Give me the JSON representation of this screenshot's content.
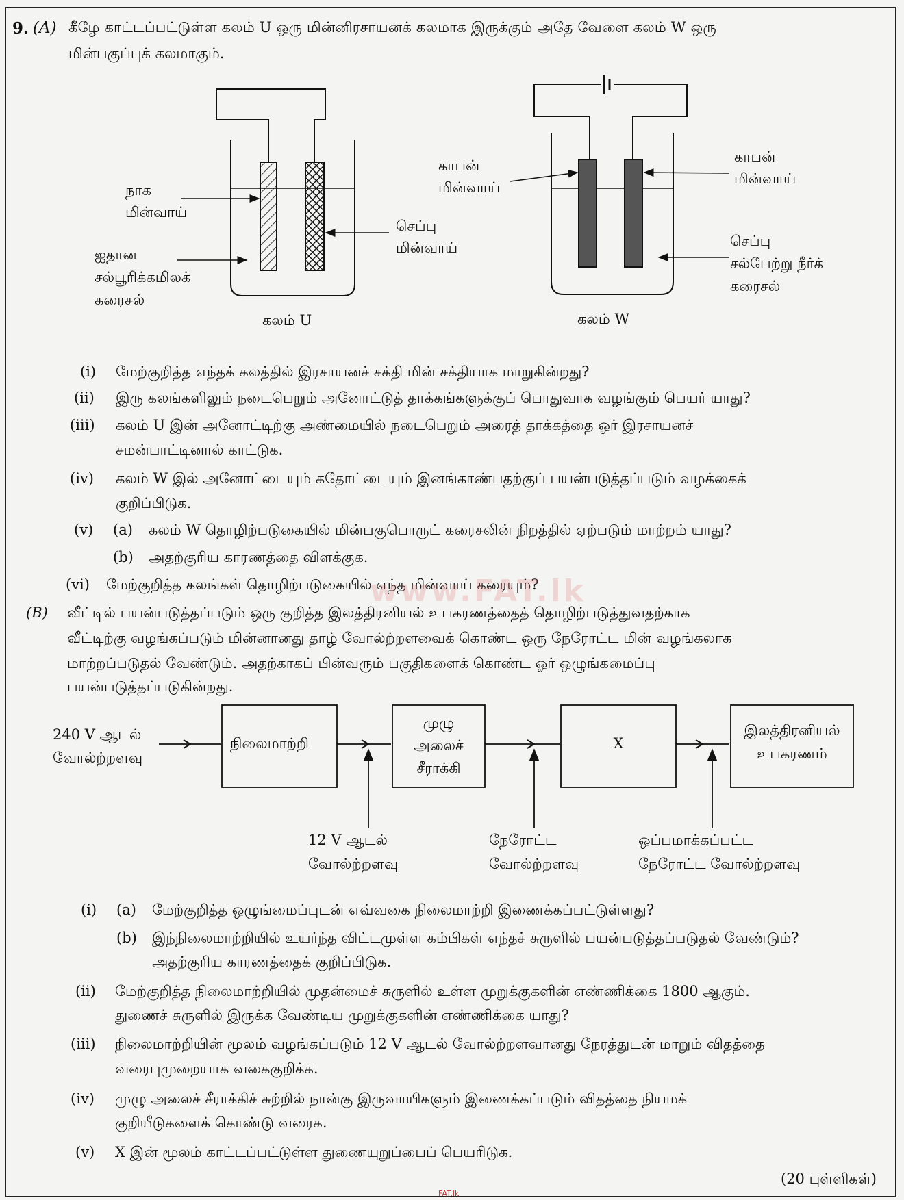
{
  "question": {
    "number": "9.",
    "partA": {
      "label": "(A)",
      "intro_line1": "கீழே காட்டப்பட்டுள்ள கலம் U ஒரு மின்னிரசாயனக் கலமாக இருக்கும் அதே வேளை கலம் W ஒரு",
      "intro_line2": "மின்பகுப்புக் கலமாகும்.",
      "cellU": {
        "caption": "கலம் U",
        "zinc_electrode": [
          "நாக",
          "மின்வாய்"
        ],
        "acid": [
          "ஐதான",
          "சல்பூரிக்கமிலக்",
          "கரைசல்"
        ],
        "copper_electrode": [
          "செப்பு",
          "மின்வாய்"
        ]
      },
      "cellW": {
        "caption": "கலம் W",
        "carbon_left": [
          "காபன்",
          "மின்வாய்"
        ],
        "carbon_right": [
          "காபன்",
          "மின்வாய்"
        ],
        "solution": [
          "செப்பு",
          "சல்பேற்று நீர்க்",
          "கரைசல்"
        ]
      },
      "items": [
        {
          "num": "(i)",
          "lines": [
            "மேற்குறித்த எந்தக் கலத்தில் இரசாயனச் சக்தி மின் சக்தியாக மாறுகின்றது?"
          ]
        },
        {
          "num": "(ii)",
          "lines": [
            "இரு கலங்களிலும் நடைபெறும் அனோட்டுத் தாக்கங்களுக்குப் பொதுவாக வழங்கும் பெயர் யாது?"
          ]
        },
        {
          "num": "(iii)",
          "lines": [
            "கலம் U இன் அனோட்டிற்கு அண்மையில் நடைபெறும் அரைத் தாக்கத்தை ஓர் இரசாயனச்",
            "சமன்பாட்டினால் காட்டுக."
          ]
        },
        {
          "num": "(iv)",
          "lines": [
            "கலம் W இல் அனோட்டையும் கதோட்டையும் இனங்காண்பதற்குப் பயன்படுத்தப்படும் வழக்கைக்",
            "குறிப்பிடுக."
          ]
        },
        {
          "num": "(v)",
          "sub": "(a)",
          "lines": [
            "கலம் W தொழிற்படுகையில் மின்பகுபொருட் கரைசலின் நிறத்தில் ஏற்படும் மாற்றம் யாது?"
          ]
        },
        {
          "num": "",
          "sub": "(b)",
          "lines": [
            "அதற்குரிய காரணத்தை விளக்குக."
          ]
        },
        {
          "num": "(vi)",
          "lines": [
            "மேற்குறித்த கலங்கள் தொழிற்படுகையில் எந்த மின்வாய் கரையும்?"
          ]
        }
      ]
    },
    "partB": {
      "label": "(B)",
      "intro": [
        "வீட்டில் பயன்படுத்தப்படும் ஒரு குறித்த இலத்திரனியல் உபகரணத்தைத் தொழிற்படுத்துவதற்காக",
        "வீட்டிற்கு வழங்கப்படும் மின்னானது தாழ் வோல்ற்றளவைக் கொண்ட ஒரு நேரோட்ட மின் வழங்கலாக",
        "மாற்றப்படுதல் வேண்டும். அதற்காகப் பின்வரும் பகுதிகளைக் கொண்ட ஓர் ஒழுங்கமைப்பு",
        "பயன்படுத்தப்படுகின்றது."
      ],
      "diagram": {
        "input": [
          "240 V ஆடல்",
          "வோல்ற்றளவு"
        ],
        "blocks": [
          [
            "நிலைமாற்றி"
          ],
          [
            "முழு",
            "அலைச்",
            "சீராக்கி"
          ],
          [
            "X"
          ],
          [
            "இலத்திரனியல்",
            "உபகரணம்"
          ]
        ],
        "annotations": [
          [
            "12 V ஆடல்",
            "வோல்ற்றளவு"
          ],
          [
            "நேரோட்ட",
            "வோல்ற்றளவு"
          ],
          [
            "ஒப்பமாக்கப்பட்ட",
            "நேரோட்ட வோல்ற்றளவு"
          ]
        ]
      },
      "items": [
        {
          "num": "(i)",
          "sub": "(a)",
          "lines": [
            "மேற்குறித்த ஒழுங்மைப்புடன் எவ்வகை நிலைமாற்றி இணைக்கப்பட்டுள்ளது?"
          ]
        },
        {
          "num": "",
          "sub": "(b)",
          "lines": [
            "இந்நிலைமாற்றியில் உயர்ந்த விட்டமுள்ள கம்பிகள் எந்தச் சுருளில் பயன்படுத்தப்படுதல் வேண்டும்?",
            "அதற்குரிய காரணத்தைக் குறிப்பிடுக."
          ]
        },
        {
          "num": "(ii)",
          "lines": [
            "மேற்குறித்த நிலைமாற்றியில் முதன்மைச் சுருளில் உள்ள முறுக்குகளின் எண்ணிக்கை 1800 ஆகும்.",
            "துணைச் சுருளில் இருக்க வேண்டிய முறுக்குகளின் எண்ணிக்கை யாது?"
          ]
        },
        {
          "num": "(iii)",
          "lines": [
            "நிலைமாற்றியின் மூலம் வழங்கப்படும் 12 V ஆடல் வோல்ற்றளவானது நேரத்துடன் மாறும் விதத்தை",
            "வரைபுமுறையாக வகைகுறிக்க."
          ]
        },
        {
          "num": "(iv)",
          "lines": [
            "முழு அலைச் சீராக்கிச் சுற்றில் நான்கு இருவாயிகளும் இணைக்கப்படும் விதத்தை நியமக்",
            "குறியீடுகளைக் கொண்டு வரைக."
          ]
        },
        {
          "num": "(v)",
          "lines": [
            "X இன் மூலம் காட்டப்பட்டுள்ள துணையுறுப்பைப் பெயரிடுக."
          ]
        }
      ]
    },
    "marks": "(20 புள்ளிகள்)",
    "watermark": "www.FAT.lk",
    "footer": "FAT.lk"
  }
}
